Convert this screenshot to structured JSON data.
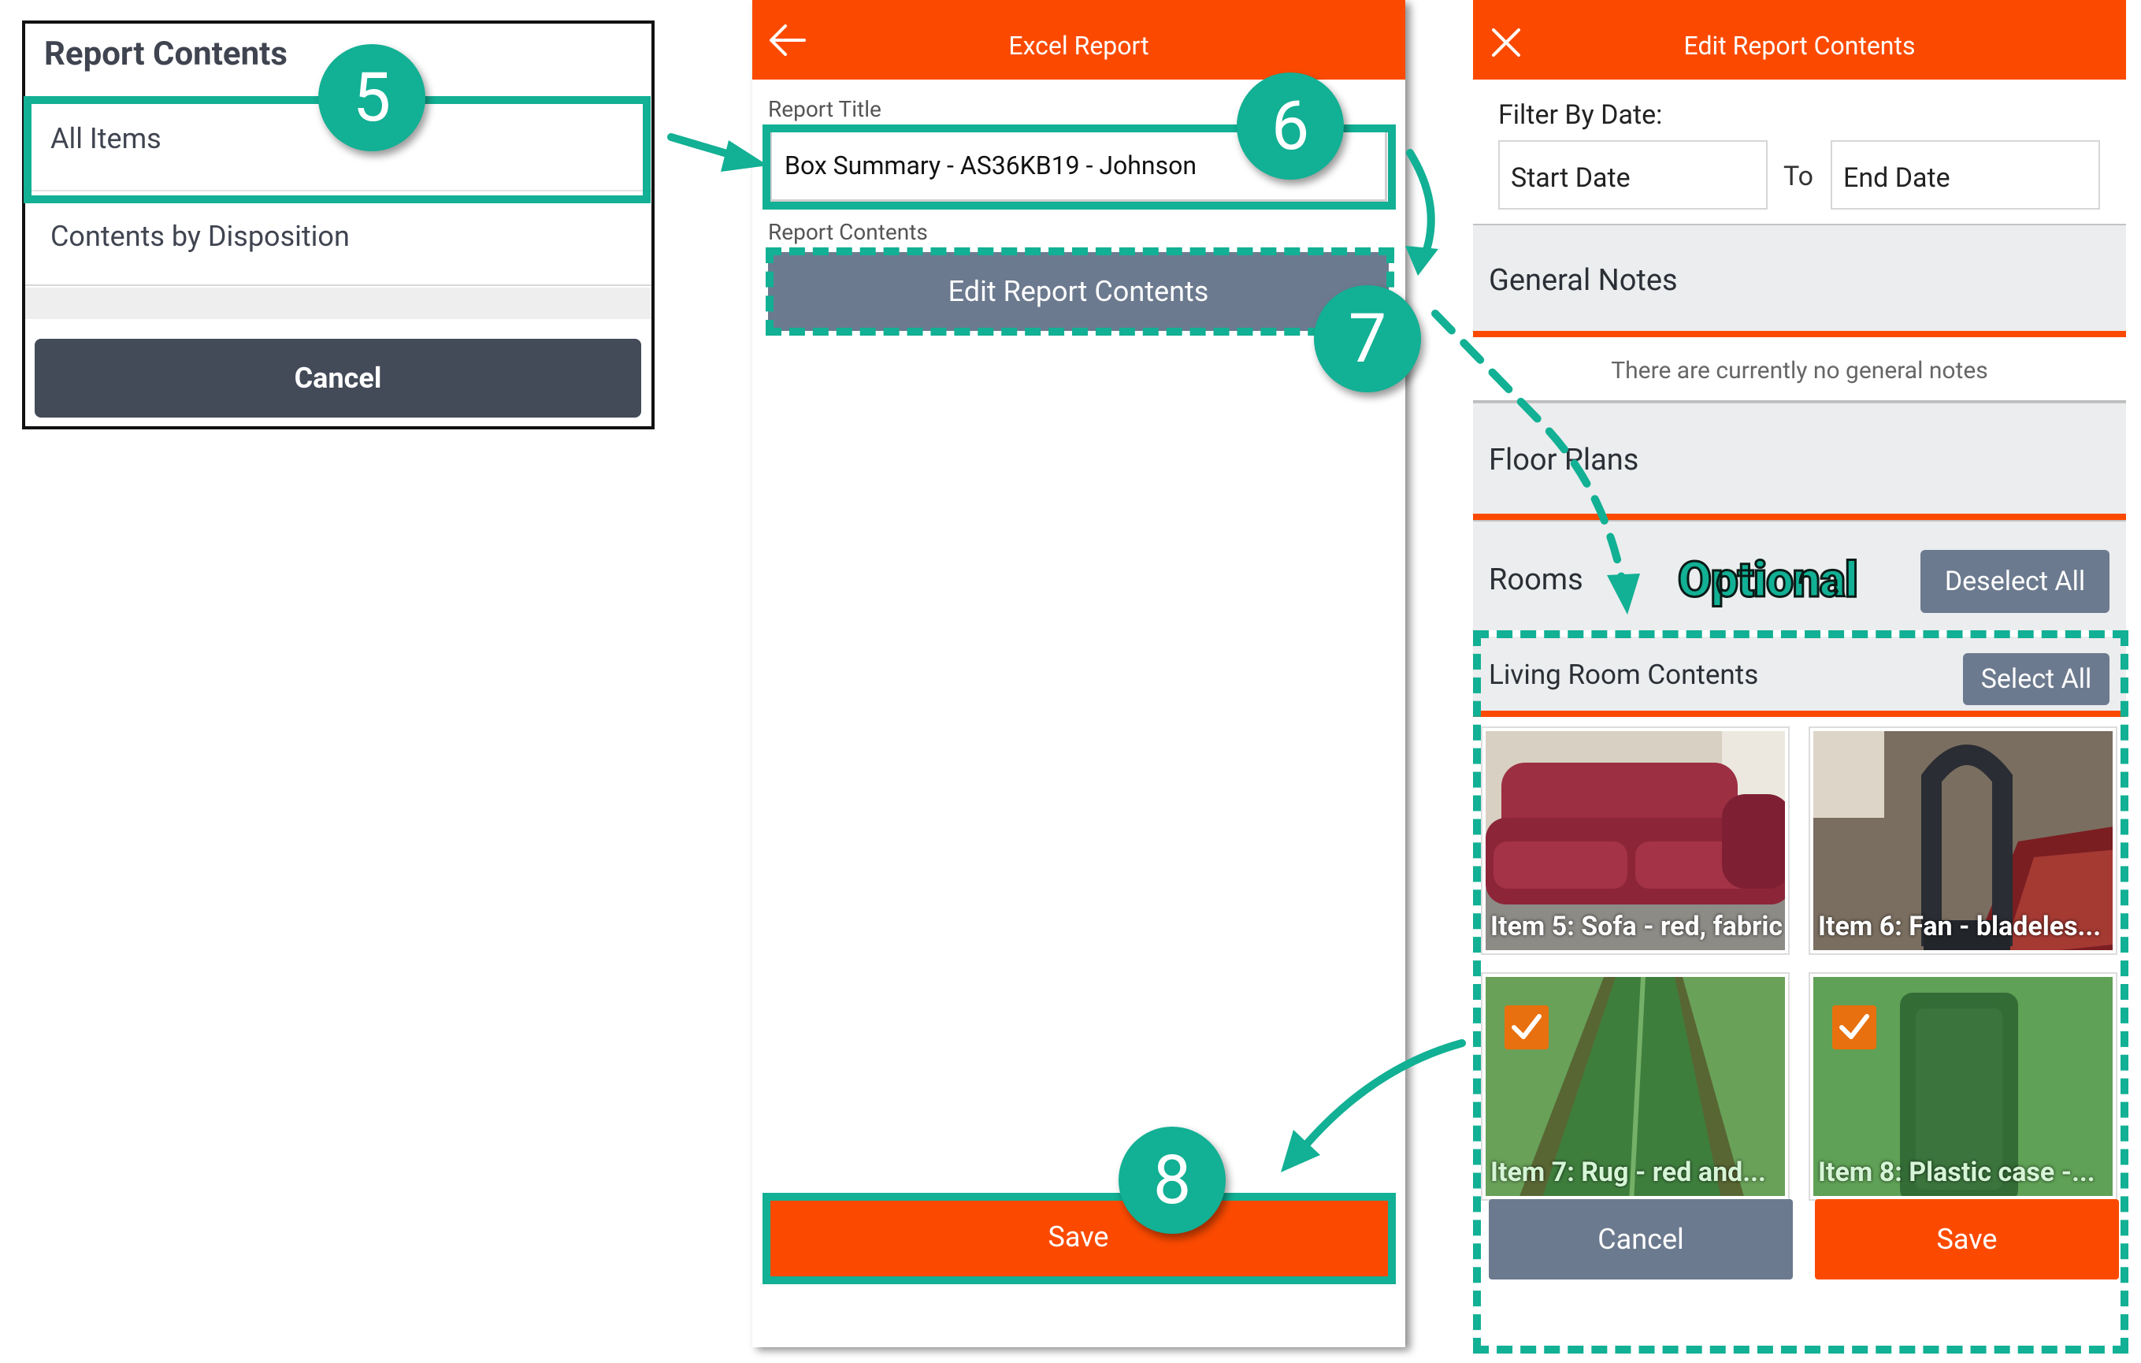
{
  "panel1": {
    "title": "Report Contents",
    "items": [
      "All Items",
      "Contents by Disposition"
    ],
    "cancel_label": "Cancel"
  },
  "panel2": {
    "title": "Excel Report",
    "report_title_label": "Report Title",
    "report_title_value": "Box Summary - AS36KB19 - Johnson",
    "report_contents_label": "Report Contents",
    "edit_button_label": "Edit Report Contents",
    "save_label": "Save"
  },
  "panel3": {
    "title": "Edit Report Contents",
    "filter_label": "Filter By Date:",
    "start_date_placeholder": "Start Date",
    "to_label": "To",
    "end_date_placeholder": "End Date",
    "general_notes": "General Notes",
    "general_notes_empty": "There are currently no general notes",
    "floor_plans": "Floor Plans",
    "rooms": "Rooms",
    "deselect_all": "Deselect All",
    "room_section": "Living Room Contents",
    "select_all": "Select All",
    "items": [
      {
        "label": "Item 5: Sofa - red, fabric",
        "selected": false
      },
      {
        "label": "Item 6: Fan - bladeles...",
        "selected": false
      },
      {
        "label": "Item 7: Rug - red and...",
        "selected": true
      },
      {
        "label": "Item 8: Plastic case -...",
        "selected": true
      }
    ],
    "cancel_label": "Cancel",
    "save_label": "Save"
  },
  "annotations": {
    "steps": [
      "5",
      "6",
      "7",
      "8"
    ],
    "optional_label": "Optional"
  },
  "colors": {
    "accent_orange": "#fb4a00",
    "annotation_teal": "#12b094",
    "button_slate": "#6c7a8f",
    "dark_button": "#434a58"
  },
  "icons": [
    "back-arrow-icon",
    "close-icon",
    "checkmark-icon"
  ]
}
